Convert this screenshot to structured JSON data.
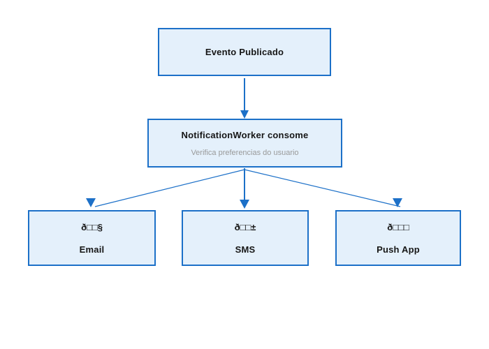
{
  "diagram": {
    "nodes": {
      "evento": {
        "title": "Evento Publicado"
      },
      "worker": {
        "title": "NotificationWorker consome",
        "subtitle": "Verifica preferencias do usuario"
      },
      "email": {
        "icon": "ð□□§",
        "label": "Email"
      },
      "sms": {
        "icon": "ð□□±",
        "label": "SMS"
      },
      "push": {
        "icon": "ð□□□",
        "label": "Push App"
      }
    },
    "colors": {
      "background": "#ffffff",
      "node_fill": "#e4f0fb",
      "node_border": "#1c70c8",
      "arrow": "#1c70c8",
      "title_text": "#161616",
      "subtitle_text": "#999999"
    }
  }
}
